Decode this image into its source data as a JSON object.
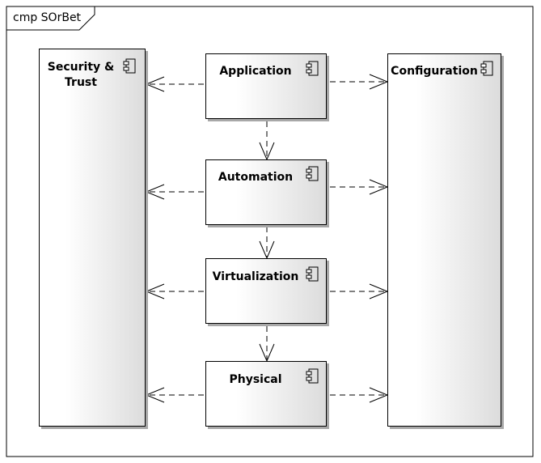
{
  "frame": {
    "label": "cmp SOrBet"
  },
  "components": {
    "security": "Security &\nTrust",
    "application": "Application",
    "configuration": "Configuration",
    "automation": "Automation",
    "virtualization": "Virtualization",
    "physical": "Physical"
  },
  "icon": "component-icon"
}
